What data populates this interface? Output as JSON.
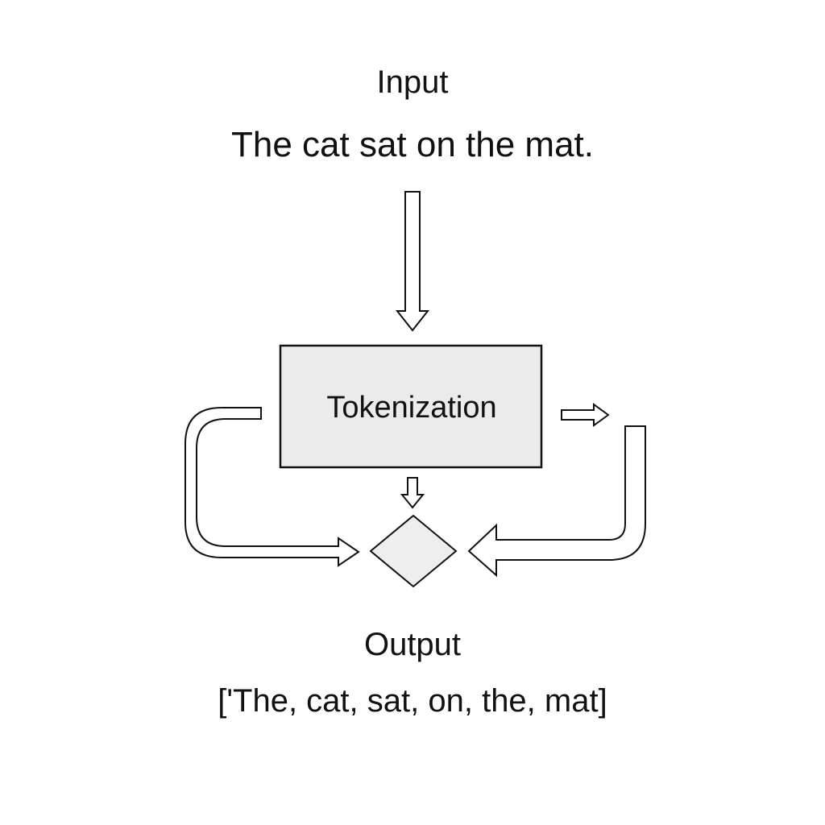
{
  "input": {
    "title": "Input",
    "text": "The cat sat on the mat."
  },
  "process": {
    "label": "Tokenization",
    "fill_color": "#ebebeb"
  },
  "decision": {
    "fill_color": "#eeeeee"
  },
  "output": {
    "title": "Output",
    "text": "['The, cat, sat, on, the, mat]"
  },
  "arrows": [
    {
      "from": "input",
      "to": "process",
      "direction": "down"
    },
    {
      "from": "process",
      "to": "decision",
      "direction": "down"
    },
    {
      "from": "process",
      "to": "decision",
      "direction": "left-loop"
    },
    {
      "from": "process",
      "to": "right",
      "direction": "right"
    },
    {
      "from": "right-loop",
      "to": "decision",
      "direction": "right-loop"
    }
  ],
  "colors": {
    "stroke": "#111111",
    "background": "#ffffff"
  }
}
